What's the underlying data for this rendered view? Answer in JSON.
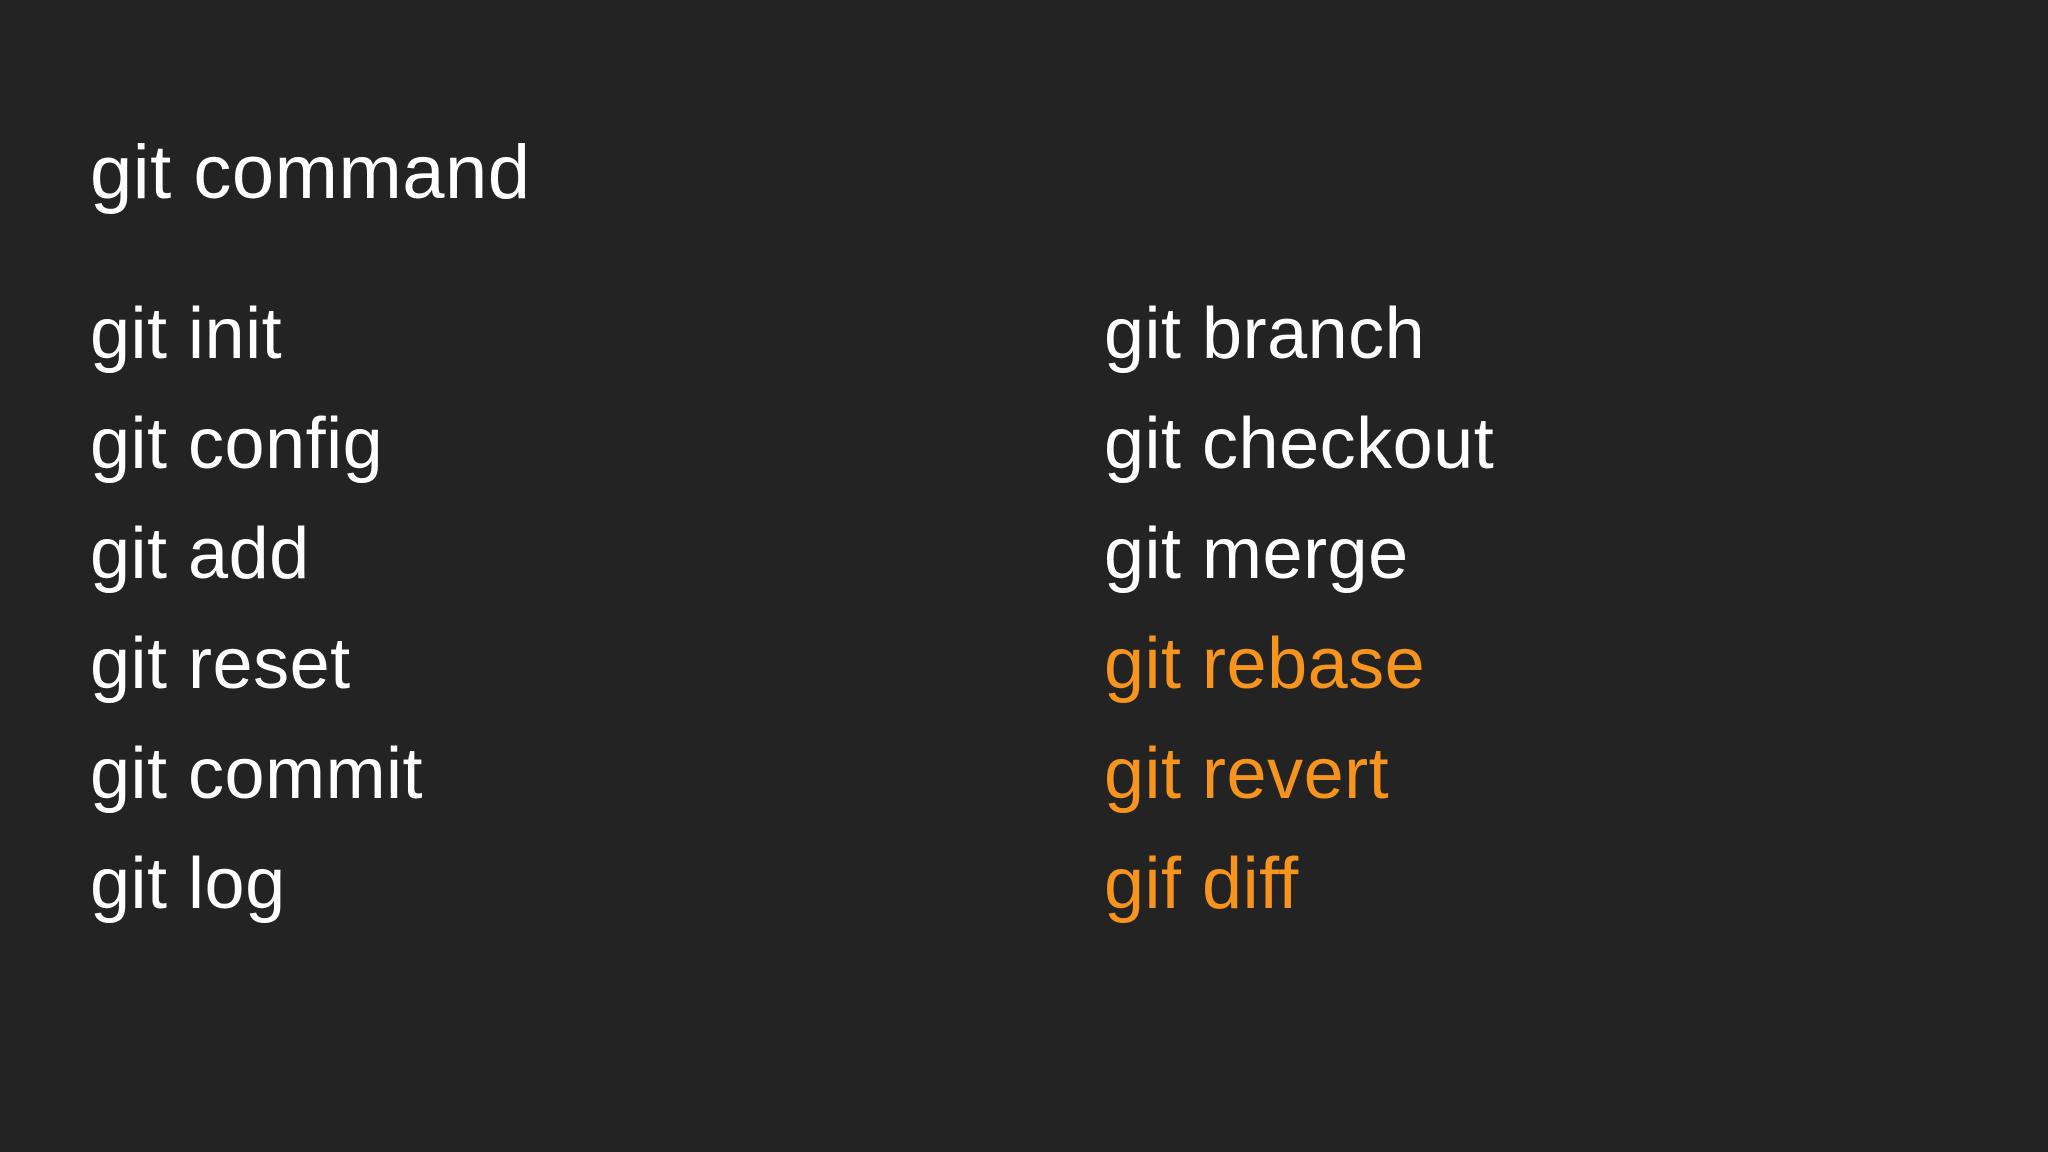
{
  "colors": {
    "background": "#232323",
    "text": "#ffffff",
    "highlight": "#F7941D"
  },
  "title": "git command",
  "columns": {
    "left": [
      {
        "label": "git init",
        "highlighted": false
      },
      {
        "label": "git config",
        "highlighted": false
      },
      {
        "label": "git add",
        "highlighted": false
      },
      {
        "label": "git reset",
        "highlighted": false
      },
      {
        "label": "git commit",
        "highlighted": false
      },
      {
        "label": "git log",
        "highlighted": false
      }
    ],
    "right": [
      {
        "label": "git branch",
        "highlighted": false
      },
      {
        "label": "git checkout",
        "highlighted": false
      },
      {
        "label": "git merge",
        "highlighted": false
      },
      {
        "label": "git rebase",
        "highlighted": true
      },
      {
        "label": "git revert",
        "highlighted": true
      },
      {
        "label": "gif diff",
        "highlighted": true
      }
    ]
  }
}
